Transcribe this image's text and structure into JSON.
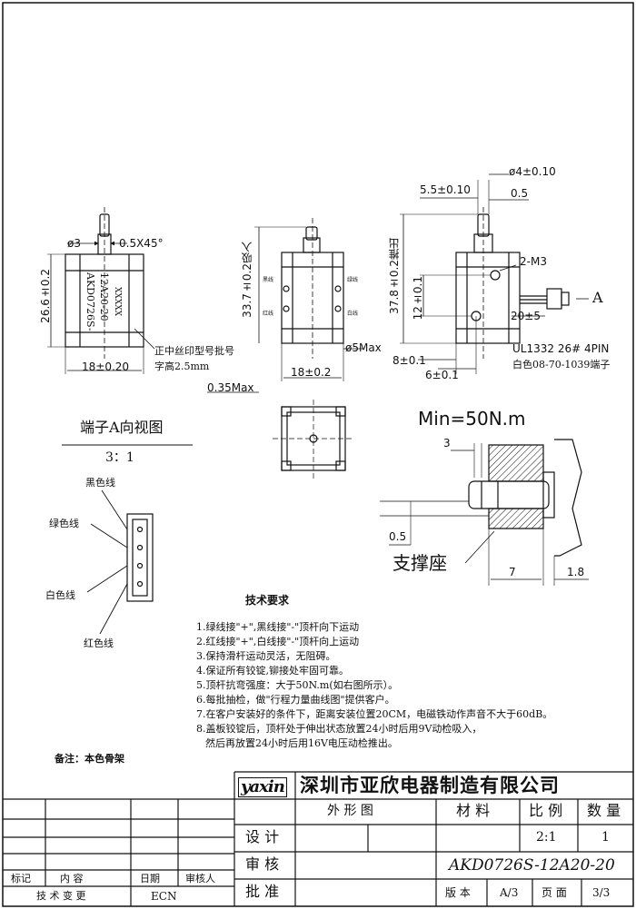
{
  "views": {
    "front": {
      "dim_phi3": "ø3",
      "dim_chamfer": "0.5X45°",
      "dim_height": "26.6±0.2",
      "dim_width": "18±0.20",
      "model_text_1": "AKD0726S-",
      "model_text_2": "12A20-20",
      "model_text_3": "XXXXX",
      "note_line1": "正中丝印型号批号",
      "note_line2": "字高2.5mm"
    },
    "side": {
      "dim_suction": "33.7±0.2吸入",
      "dim_phi5": "ø5Max",
      "dim_width": "18±0.2",
      "dim_035": "0.35Max",
      "lbl_black": "黑线",
      "lbl_green": "绿线",
      "lbl_red": "红线",
      "lbl_white": "白线"
    },
    "right": {
      "dim_phi4": "ø4±0.10",
      "dim_55": "5.5±0.10",
      "dim_05": "0.5",
      "dim_push": "37.8±0.2推出",
      "dim_12": "12±0.1",
      "dim_2m3": "2-M3",
      "dim_20": "20±5",
      "arrow_a": "A",
      "dim_8": "8±0.1",
      "dim_6": "6±0.1",
      "cable_1": "UL1332 26# 4PIN",
      "cable_2": "白色08-70-1039端子"
    },
    "terminal": {
      "title": "端子A向视图",
      "scale": "3：1",
      "lbl_black": "黑色线",
      "lbl_green": "绿色线",
      "lbl_white": "白色线",
      "lbl_red": "红色线"
    },
    "support": {
      "min_force": "Min=50N.m",
      "dim_3": "3",
      "dim_05": "0.5",
      "dim_7": "7",
      "dim_18": "1.8",
      "label": "支撑座"
    }
  },
  "requirements": {
    "title": "技术要求",
    "items": [
      "1.绿线接\"+\",黑线接\"-\"顶杆向下运动",
      "2.红线接\"+\",白线接\"-\"顶杆向上运动",
      "3.保持滑杆运动灵活，无阻碍。",
      "4.保证所有铰锭,铆接处牢固可靠。",
      "5.顶杆抗弯强度：大于50N.m(如右图所示）。",
      "6.每批抽检，做\"行程力量曲线图\"提供客户。",
      "7.在客户安装好的条件下，距离安装位置20CM，电磁铁动作声音不大于60dB。",
      "8.盖板铰锭后，顶杆处于伸出状态放置24小时后用9V动检吸入，",
      "然后再放置24小时后用16V电压动检推出。"
    ],
    "remark": "备注：本色骨架"
  },
  "titleblock": {
    "company": "深圳市亚欣电器制造有限公司",
    "logo": "yaxin",
    "shape_label": "外 形 图",
    "material_label": "材  料",
    "scale_label": "比 例",
    "qty_label": "数 量",
    "design_label": "设 计",
    "scale_value": "2:1",
    "qty_value": "1",
    "review_label": "审 核",
    "part_number": "AKD0726S-12A20-20",
    "approve_label": "批 准",
    "version_label": "版 本",
    "version_value": "A/3",
    "page_label": "页 面",
    "page_value": "3/3"
  },
  "revision": {
    "col_mark": "标记",
    "col_content": "内    容",
    "col_date": "日期",
    "col_reviewer": "审核人",
    "change_label": "技 术 变 更",
    "ecn_label": "ECN"
  }
}
